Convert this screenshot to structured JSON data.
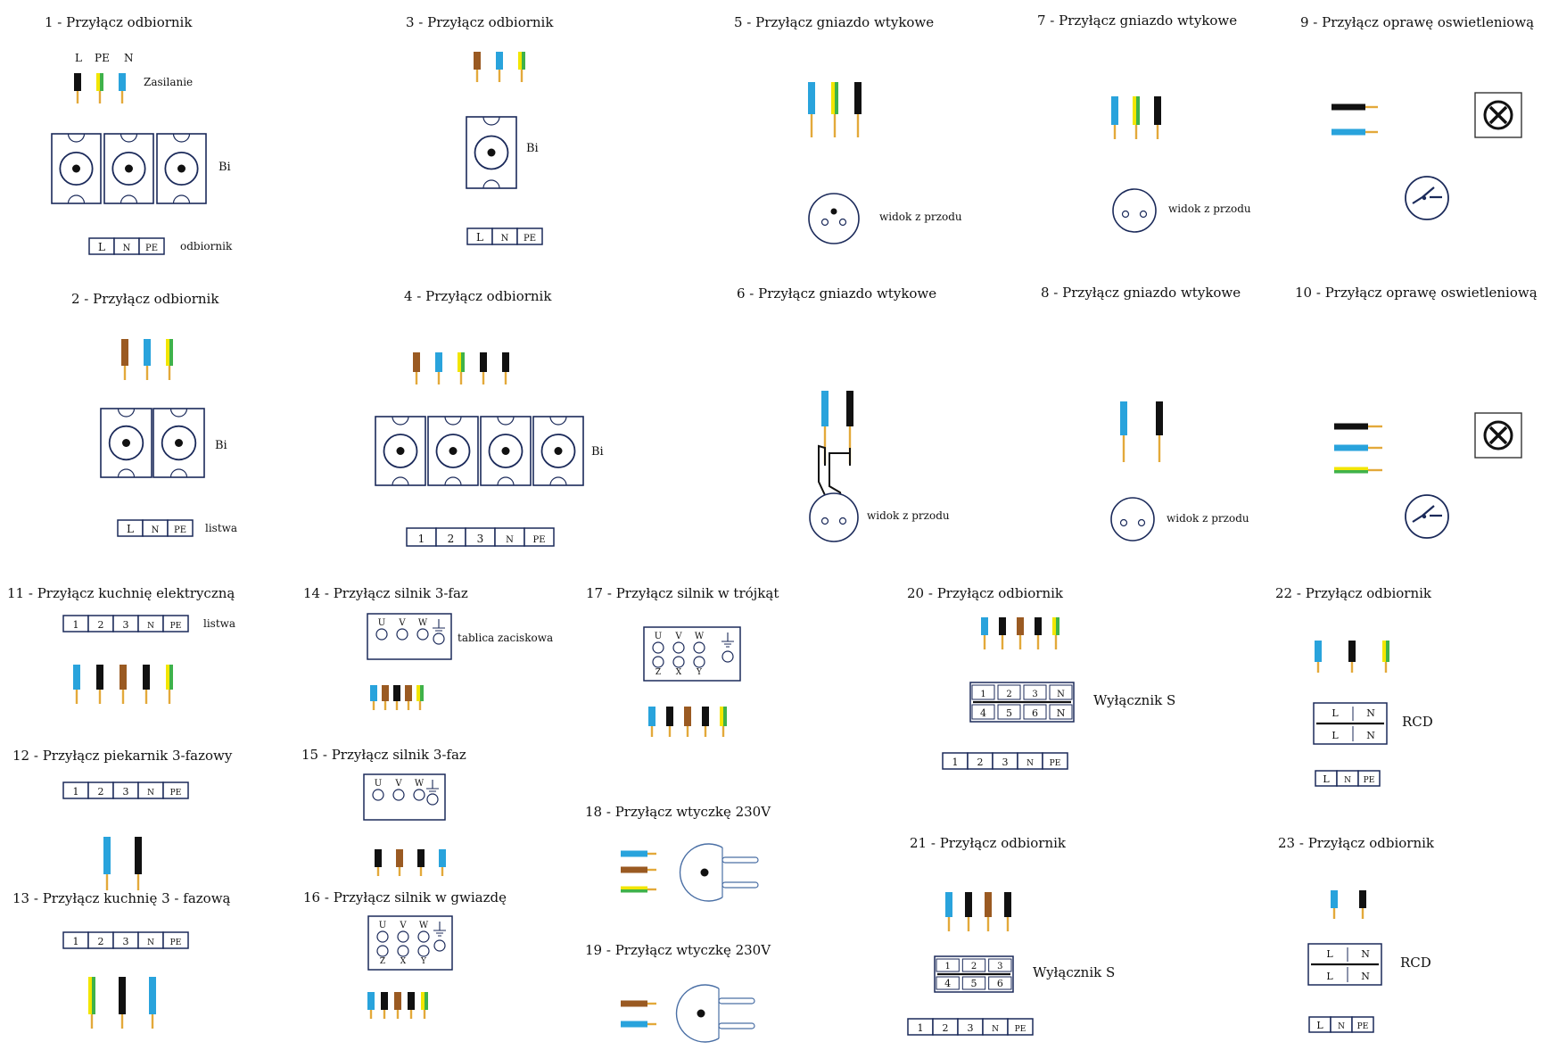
{
  "colors": {
    "brown": "#9a5a22",
    "blue": "#29a3dc",
    "black": "#111111",
    "yellow": "#f2e600",
    "green": "#3fb24a",
    "tip": "#e3a93a",
    "line": "#1b2a5a"
  },
  "labels": {
    "bi": "Bi",
    "zasilanie": "Zasilanie",
    "odbiornik": "odbiornik",
    "listwa": "listwa",
    "widok": "widok z przodu",
    "tablica": "tablica zaciskowa",
    "wylacznik": "Wyłącznik S",
    "rcd": "RCD",
    "wire_L": "L",
    "wire_PE": "PE",
    "wire_N": "N",
    "term_L": "L",
    "term_N": "N",
    "term_PE": "PE",
    "term_1": "1",
    "term_2": "2",
    "term_3": "3",
    "term_4": "4",
    "term_5": "5",
    "term_6": "6",
    "motor_U": "U",
    "motor_V": "V",
    "motor_W": "W",
    "motor_Z": "Z",
    "motor_X": "X",
    "motor_Y": "Y"
  },
  "diagrams": [
    {
      "id": 1,
      "title": "1 - Przyłącz odbiornik"
    },
    {
      "id": 2,
      "title": "2 - Przyłącz odbiornik"
    },
    {
      "id": 3,
      "title": "3 - Przyłącz odbiornik"
    },
    {
      "id": 4,
      "title": "4 - Przyłącz odbiornik"
    },
    {
      "id": 5,
      "title": "5 - Przyłącz gniazdo wtykowe"
    },
    {
      "id": 6,
      "title": "6 - Przyłącz gniazdo wtykowe"
    },
    {
      "id": 7,
      "title": "7 - Przyłącz gniazdo wtykowe"
    },
    {
      "id": 8,
      "title": "8 - Przyłącz gniazdo wtykowe"
    },
    {
      "id": 9,
      "title": "9 - Przyłącz oprawę oswietleniową"
    },
    {
      "id": 10,
      "title": "10 - Przyłącz oprawę oswietleniową"
    },
    {
      "id": 11,
      "title": "11 - Przyłącz kuchnię elektryczną"
    },
    {
      "id": 12,
      "title": "12 - Przyłącz piekarnik 3-fazowy"
    },
    {
      "id": 13,
      "title": "13 - Przyłącz kuchnię 3 - fazową"
    },
    {
      "id": 14,
      "title": "14 - Przyłącz silnik 3-faz"
    },
    {
      "id": 15,
      "title": "15 - Przyłącz silnik 3-faz"
    },
    {
      "id": 16,
      "title": "16 - Przyłącz silnik w gwiazdę"
    },
    {
      "id": 17,
      "title": "17 - Przyłącz silnik w trójkąt"
    },
    {
      "id": 18,
      "title": "18 - Przyłącz wtyczkę 230V"
    },
    {
      "id": 19,
      "title": "19 - Przyłącz wtyczkę 230V"
    },
    {
      "id": 20,
      "title": "20 - Przyłącz odbiornik"
    },
    {
      "id": 21,
      "title": "21 - Przyłącz odbiornik"
    },
    {
      "id": 22,
      "title": "22 - Przyłącz odbiornik"
    },
    {
      "id": 23,
      "title": "23 - Przyłącz odbiornik"
    }
  ],
  "wire_sets": {
    "1": [
      "black",
      "pe",
      "blue"
    ],
    "2": [
      "brown",
      "blue",
      "pe"
    ],
    "3": [
      "brown",
      "blue",
      "pe"
    ],
    "4": [
      "brown",
      "blue",
      "pe",
      "black",
      "black"
    ],
    "5": [
      "blue",
      "pe",
      "black"
    ],
    "6": [
      "blue",
      "black"
    ],
    "7": [
      "blue",
      "pe",
      "black"
    ],
    "8": [
      "blue",
      "black"
    ],
    "9": [
      "black",
      "blue"
    ],
    "10": [
      "black",
      "blue",
      "pe"
    ],
    "11": [
      "blue",
      "black",
      "brown",
      "black",
      "pe"
    ],
    "12": [
      "blue",
      "black"
    ],
    "13": [
      "pe",
      "black",
      "blue"
    ],
    "14": [
      "blue",
      "brown",
      "black",
      "brown",
      "pe"
    ],
    "15": [
      "black",
      "brown",
      "black",
      "blue"
    ],
    "16": [
      "blue",
      "black",
      "brown",
      "black",
      "pe"
    ],
    "17": [
      "blue",
      "black",
      "brown",
      "black",
      "pe"
    ],
    "18": [
      "blue",
      "brown",
      "pe"
    ],
    "19": [
      "brown",
      "blue"
    ],
    "20": [
      "blue",
      "black",
      "brown",
      "black",
      "pe"
    ],
    "21": [
      "blue",
      "black",
      "brown",
      "black"
    ],
    "22": [
      "blue",
      "black",
      "pe"
    ],
    "23": [
      "blue",
      "black"
    ]
  }
}
